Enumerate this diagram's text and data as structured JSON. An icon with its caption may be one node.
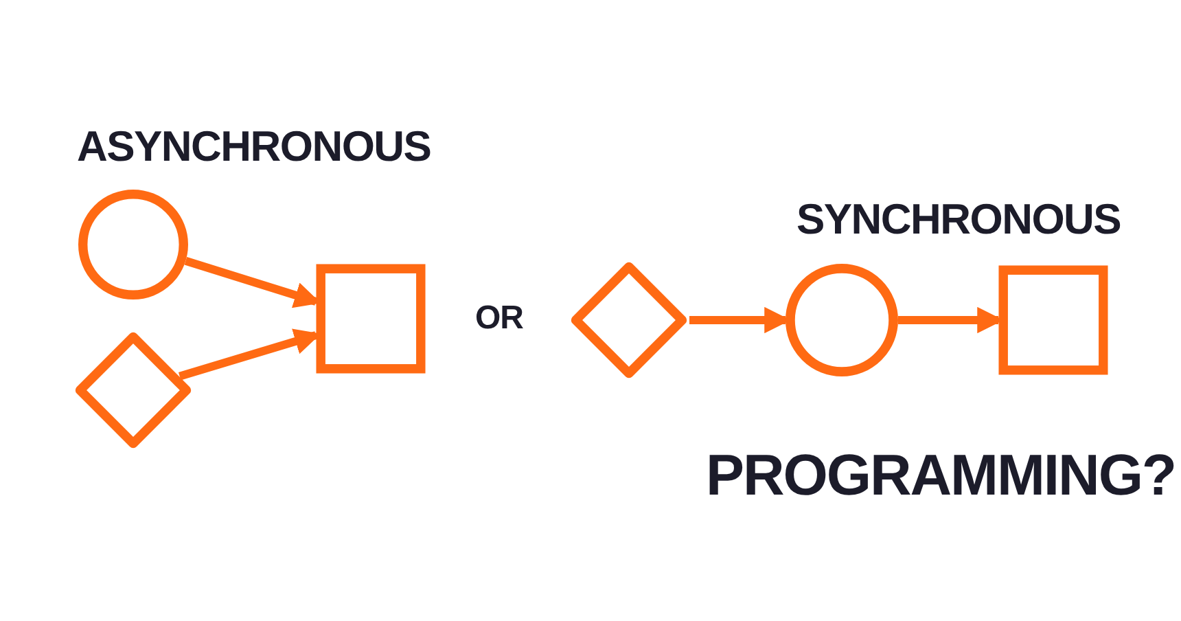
{
  "diagram": {
    "nodes": [
      {
        "text": [],
        "shape": "circle"
      },
      {
        "text": [],
        "shape": "diamond"
      },
      {
        "text": [],
        "shape": "box"
      },
      {
        "text": [],
        "shape": "diamond"
      },
      {
        "text": [],
        "shape": "circle"
      },
      {
        "text": [],
        "shape": "box"
      }
    ],
    "edges": [
      {
        "from": 0,
        "to": 2,
        "arrow": "to"
      },
      {
        "from": 1,
        "to": 2,
        "arrow": "to"
      },
      {
        "from": 3,
        "to": 4,
        "arrow": "to"
      },
      {
        "from": 4,
        "to": 5,
        "arrow": "to"
      }
    ],
    "labels": [
      "ASYNCHRONOUS",
      "OR",
      "SYNCHRONOUS",
      "PROGRAMMING?"
    ]
  }
}
